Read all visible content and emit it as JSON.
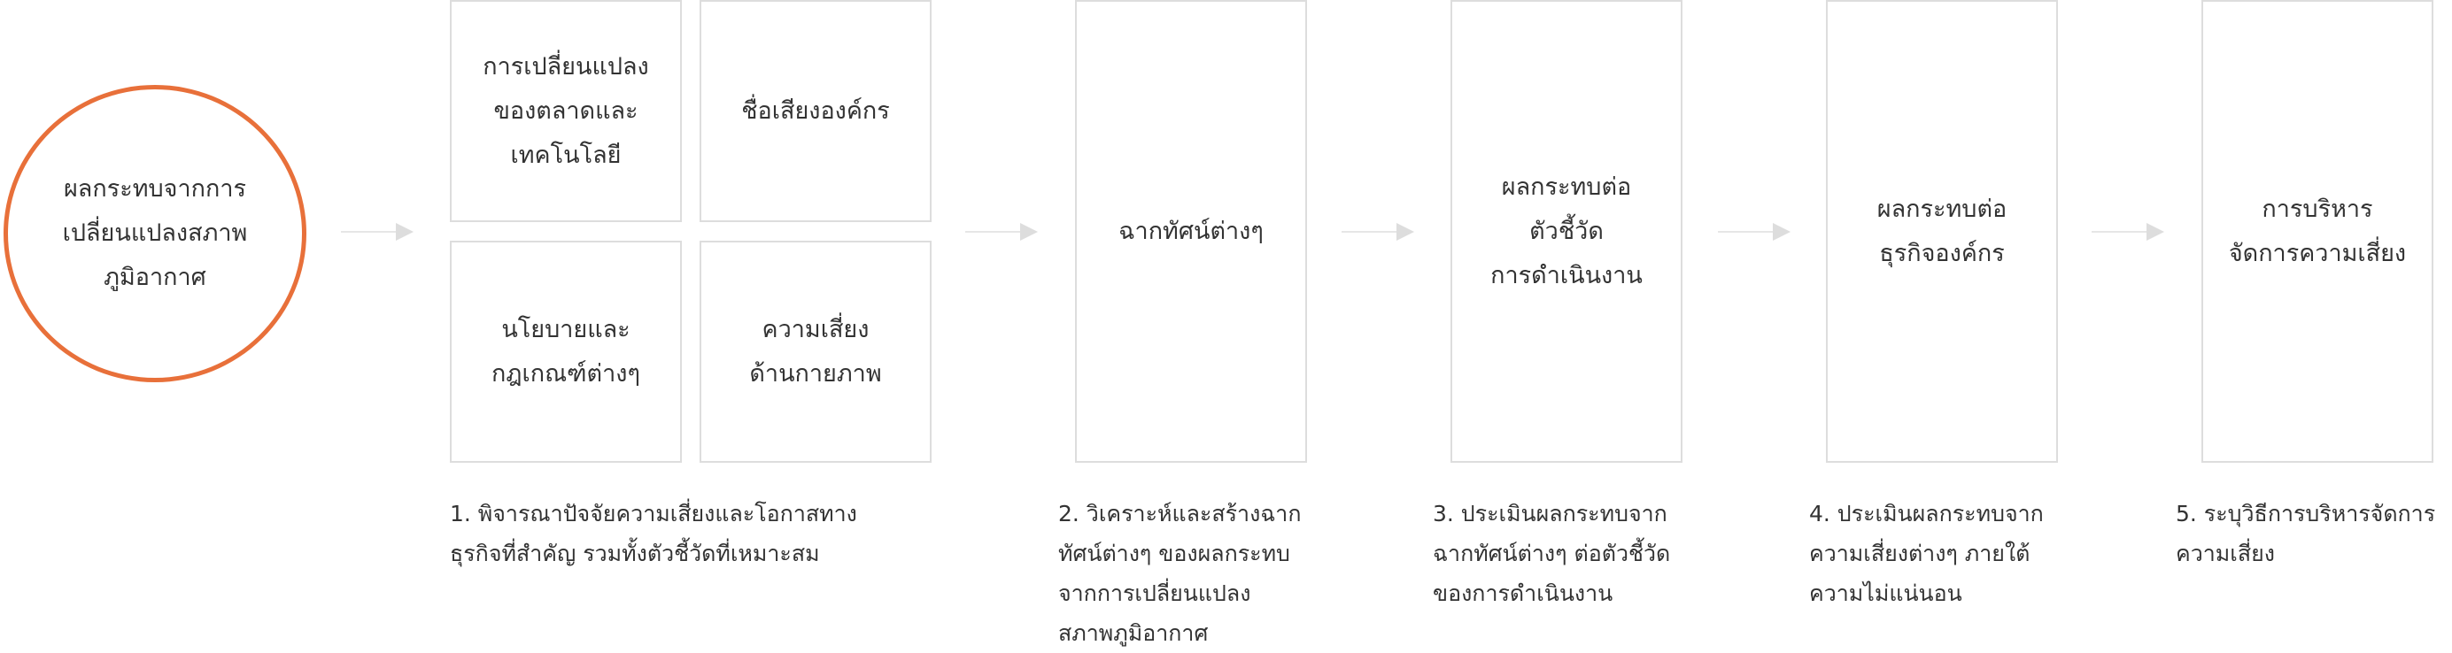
{
  "start": "ผลกระทบจากการ\nเปลี่ยนแปลงสภาพ\nภูมิอากาศ",
  "factors": [
    "การเปลี่ยนแปลง\nของตลาดและ\nเทคโนโลยี",
    "ชื่อเสียงองค์กร",
    "นโยบายและ\nกฎเกณฑ์ต่างๆ",
    "ความเสี่ยง\nด้านกายภาพ"
  ],
  "steps": [
    "ฉากทัศน์ต่างๆ",
    "ผลกระทบต่อ\nตัวชี้วัด\nการดำเนินงาน",
    "ผลกระทบต่อ\nธุรกิจองค์กร",
    "การบริหาร\nจัดการความเสี่ยง"
  ],
  "captions": [
    "1. พิจารณาปัจจัยความเสี่ยงและโอกาสทาง\nธุรกิจที่สำคัญ รวมทั้งตัวชี้วัดที่เหมาะสม",
    "2. วิเคราะห์และสร้างฉาก\nทัศน์ต่างๆ ของผลกระทบ\nจากการเปลี่ยนแปลง\nสภาพภูมิอากาศ",
    "3. ประเมินผลกระทบจาก\nฉากทัศน์ต่างๆ ต่อตัวชี้วัด\nของการดำเนินงาน",
    "4. ประเมินผลกระทบจาก\nความเสี่ยงต่างๆ ภายใต้\nความไม่แน่นอน",
    "5. ระบุวิธีการบริหารจัดการ\nความเสี่ยง"
  ],
  "colors": {
    "accent": "#e8703a",
    "border": "#dddddd"
  }
}
